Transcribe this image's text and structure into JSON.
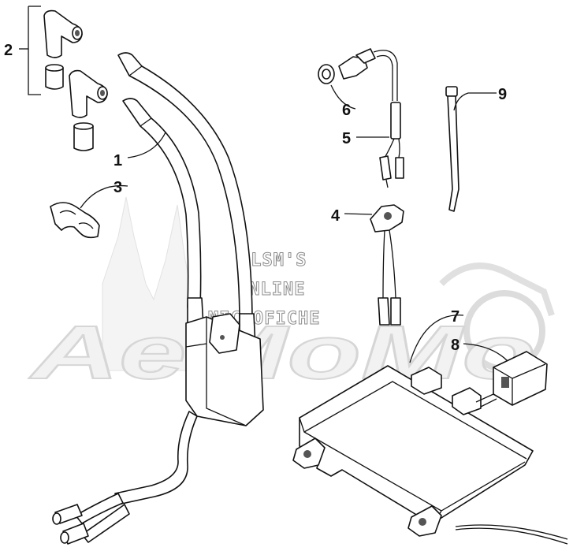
{
  "callouts": [
    {
      "id": "1",
      "label": "1"
    },
    {
      "id": "2",
      "label": "2"
    },
    {
      "id": "3",
      "label": "3"
    },
    {
      "id": "4",
      "label": "4"
    },
    {
      "id": "5",
      "label": "5"
    },
    {
      "id": "6",
      "label": "6"
    },
    {
      "id": "7",
      "label": "7"
    },
    {
      "id": "8",
      "label": "8"
    },
    {
      "id": "9",
      "label": "9"
    }
  ],
  "watermark": {
    "line1": "HLSM'S",
    "line2": "ONLINE",
    "line3": "MICROFICHE",
    "logo": "AeMoMo"
  }
}
